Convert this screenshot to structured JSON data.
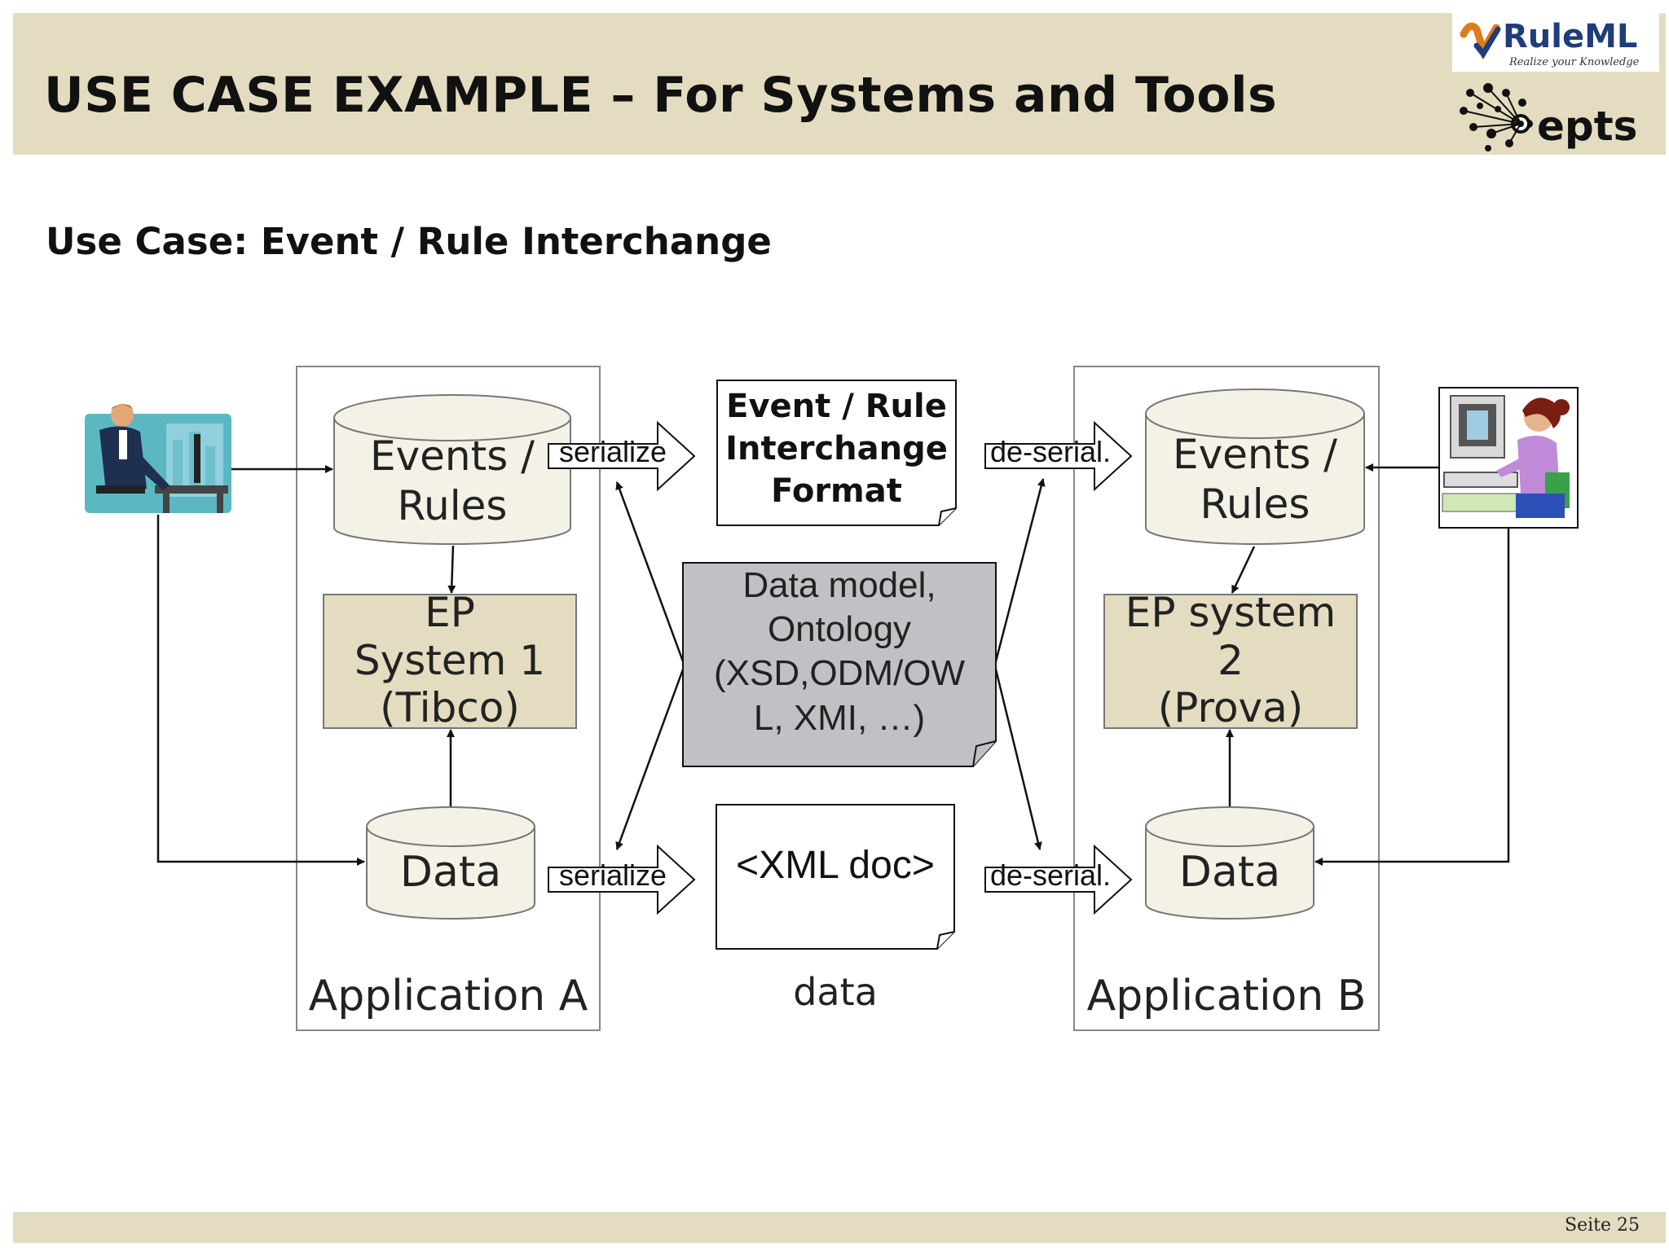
{
  "slide": {
    "title": "USE CASE EXAMPLE – For Systems and Tools",
    "subtitle": "Use Case: Event / Rule Interchange",
    "page_number": "Seite 25"
  },
  "logos": {
    "ruleml_text": "RuleML",
    "ruleml_tagline": "Realize your Knowledge",
    "epts_text": "epts"
  },
  "diagram": {
    "app_a": {
      "label": "Application A",
      "events_rules": [
        "Events /",
        "Rules"
      ],
      "ep_system": [
        "EP",
        "System 1",
        "(Tibco)"
      ],
      "data": "Data"
    },
    "app_b": {
      "label": "Application B",
      "events_rules": [
        "Events /",
        "Rules"
      ],
      "ep_system": [
        "EP system",
        "2",
        "(Prova)"
      ],
      "data": "Data"
    },
    "interchange_format": [
      "Event / Rule",
      "Interchange",
      "Format"
    ],
    "data_model": [
      "Data model,",
      "Ontology",
      "(XSD,ODM/OW",
      "L, XMI, …)"
    ],
    "xml_doc": "<XML doc>",
    "data_caption": "data",
    "serialize_label": "serialize",
    "deserialize_label": "de-serial."
  }
}
